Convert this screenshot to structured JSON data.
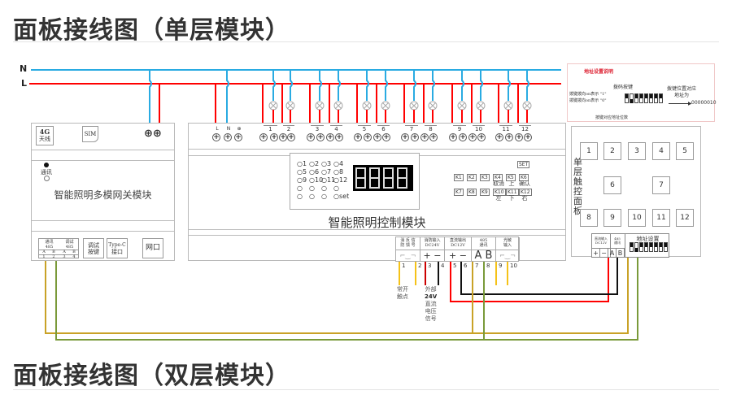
{
  "titles": {
    "single": "面板接线图（单层模块）",
    "double": "面板接线图（双层模块）"
  },
  "bus": {
    "n_label": "N",
    "l_label": "L",
    "n_color": "#29abe2",
    "l_color": "#ff0000"
  },
  "wire_colors": {
    "yellow": "#f5c218",
    "gold": "#c9a227",
    "green": "#7a9a3a",
    "black": "#111111",
    "red": "#ff0000",
    "blue": "#29abe2"
  },
  "gateway": {
    "antenna": [
      "4G",
      "天线"
    ],
    "sim": "SIM",
    "comm_label": "通讯",
    "name": "智能照明多模网关模块",
    "ports": [
      {
        "title": [
          "通讯",
          "485"
        ],
        "pins": [
          "A",
          "B"
        ],
        "nums": [
          "1",
          "2"
        ]
      },
      {
        "title": [
          "调试",
          "485"
        ],
        "pins": [
          "A",
          "B"
        ],
        "nums": [
          "3",
          "4"
        ]
      }
    ],
    "debug_button": [
      "调试",
      "按键"
    ],
    "typec": [
      "Type-C",
      "接口"
    ],
    "ethernet": "网口"
  },
  "controller": {
    "power_terminals": [
      "L",
      "N",
      "⊕"
    ],
    "channels": [
      "1",
      "2",
      "3",
      "4",
      "5",
      "6",
      "7",
      "8",
      "9",
      "10",
      "11",
      "12"
    ],
    "leds": [
      [
        "1",
        "2",
        "3",
        "4"
      ],
      [
        "5",
        "6",
        "7",
        "8"
      ],
      [
        "9",
        "10",
        "11",
        "12"
      ],
      [
        "",
        "",
        "",
        ""
      ],
      [
        "",
        "",
        "",
        "set"
      ]
    ],
    "display": "8.8.8.8.",
    "set_label": "SET",
    "keys_row1": [
      {
        "k": "K1",
        "sub": ""
      },
      {
        "k": "K2",
        "sub": ""
      },
      {
        "k": "K3",
        "sub": ""
      },
      {
        "k": "K4",
        "sub": "取消"
      },
      {
        "k": "K5",
        "sub": "上"
      },
      {
        "k": "K6",
        "sub": "确认"
      }
    ],
    "keys_row2": [
      {
        "k": "K7",
        "sub": ""
      },
      {
        "k": "K8",
        "sub": ""
      },
      {
        "k": "K9",
        "sub": ""
      },
      {
        "k": "K10",
        "sub": "左"
      },
      {
        "k": "K11",
        "sub": "下"
      },
      {
        "k": "K12",
        "sub": "右"
      }
    ],
    "name": "智能照明控制模块",
    "bottom_groups": [
      {
        "title": [
          "消 反 信",
          "防 馈 号"
        ],
        "symbol": "switch"
      },
      {
        "title": [
          "消防输入",
          "DC24V"
        ],
        "symbol": "+ −"
      },
      {
        "title": [
          "直流输出",
          "DC12V"
        ],
        "symbol": "+ −"
      },
      {
        "title": [
          "485",
          "通讯"
        ],
        "symbol": "A B"
      },
      {
        "title": [
          "光敏",
          "输入"
        ],
        "symbol": "sensor"
      }
    ],
    "pin_numbers": [
      "1",
      "2",
      "3",
      "4",
      "5",
      "6",
      "7",
      "8",
      "9",
      "10"
    ],
    "note_contact": [
      "常开",
      "触点"
    ],
    "note_external": [
      "外部",
      "24V",
      "直流",
      "电压",
      "信号"
    ]
  },
  "address_note": {
    "title": "地址设置说明",
    "dip_label": "拨码按键",
    "on_text": "拨键拨向on表示 \"1\"",
    "off_text": "拨键拨向on表示 \"0\"",
    "position_label": "按键对应地址位数",
    "result_label": [
      "拨键位置对应",
      "地址为"
    ],
    "result_value": "00000010",
    "dip_states": [
      0,
      1,
      0,
      0,
      0,
      0,
      0,
      0
    ]
  },
  "touch_panel": {
    "name": [
      "单",
      "层",
      "触",
      "控",
      "面",
      "板"
    ],
    "buttons_row1": [
      "1",
      "2",
      "3",
      "4",
      "5"
    ],
    "buttons_row2": [
      "6",
      "7"
    ],
    "buttons_row3": [
      "8",
      "9",
      "10",
      "11",
      "12"
    ],
    "power_title": [
      "直流输入",
      "DC12V"
    ],
    "comm_title": [
      "485",
      "通讯"
    ],
    "address_title": "地址设置",
    "terminals": [
      "+",
      "−",
      "A",
      "B"
    ],
    "dip_states": [
      0,
      1,
      0,
      0,
      0,
      0,
      0,
      0
    ]
  }
}
